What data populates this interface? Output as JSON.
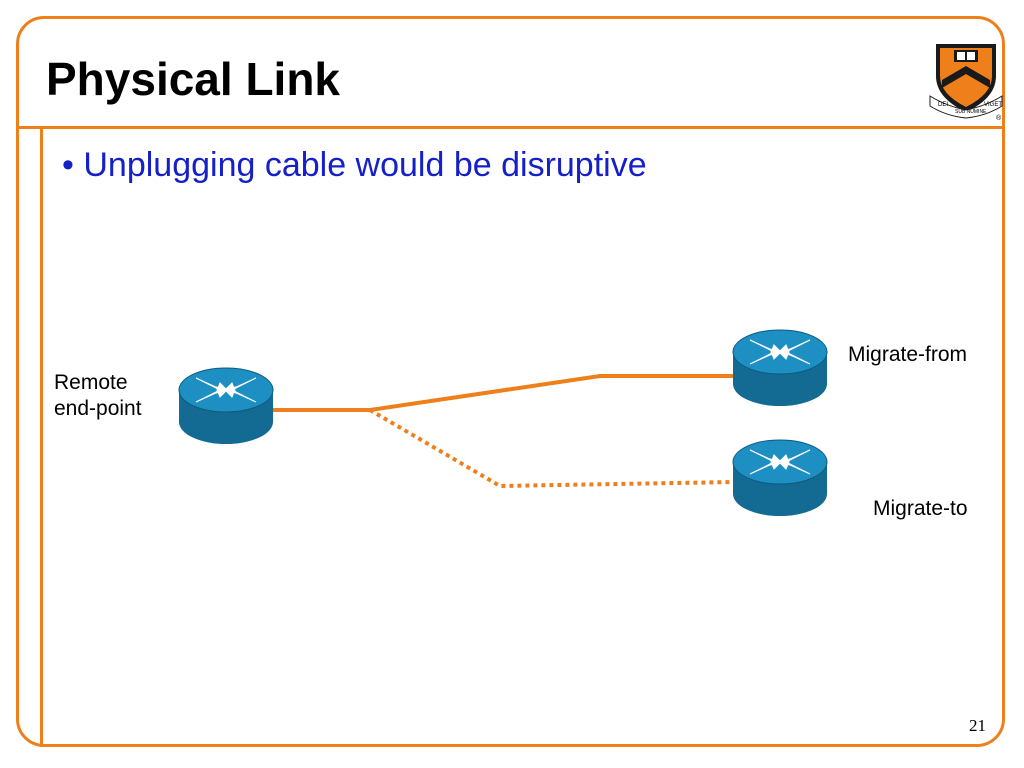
{
  "slide": {
    "title": "Physical Link",
    "bullet": "Unplugging cable would be disruptive",
    "page_number": "21"
  },
  "diagram": {
    "nodes": {
      "remote": {
        "label_line1": "Remote",
        "label_line2": "end-point",
        "icon": "router-icon"
      },
      "migrate_from": {
        "label": "Migrate-from",
        "icon": "router-icon"
      },
      "migrate_to": {
        "label": "Migrate-to",
        "icon": "router-icon"
      }
    },
    "links": [
      {
        "from": "remote",
        "to": "migrate_from",
        "style": "solid"
      },
      {
        "from": "remote",
        "to": "migrate_to",
        "style": "dotted"
      }
    ]
  },
  "logo": {
    "motto_left": "DEI",
    "motto_mid": "SUB NUMINE",
    "motto_right": "VIGET",
    "registered": "®"
  },
  "colors": {
    "accent": "#ee7f1a",
    "bullet_text": "#1520c8",
    "router_body": "#1e88b8"
  }
}
